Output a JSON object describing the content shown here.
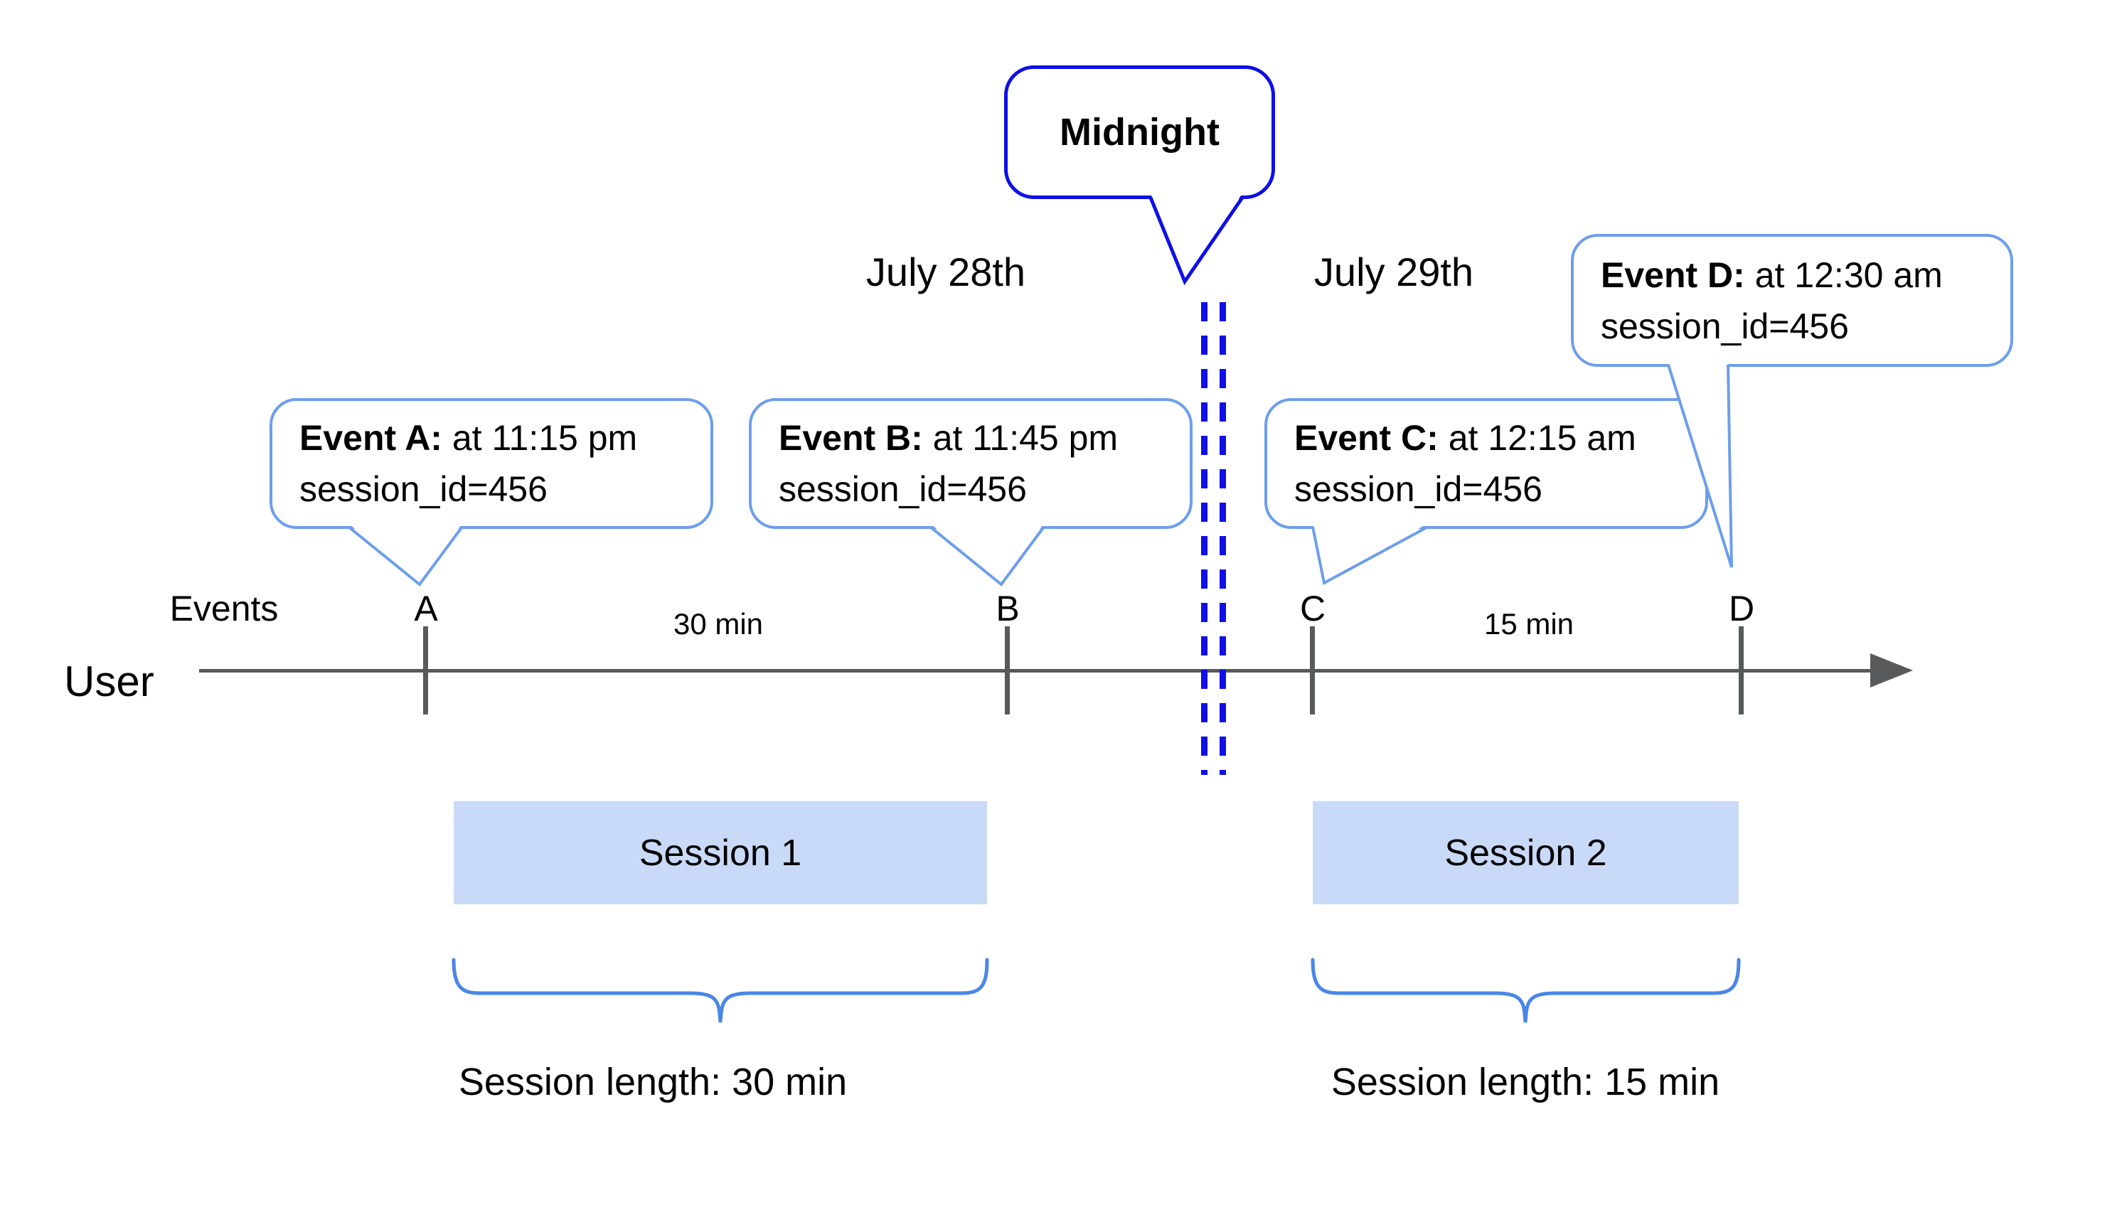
{
  "dates": {
    "left": "July 28th",
    "right": "July 29th"
  },
  "midnight_label": "Midnight",
  "axis": {
    "events_label": "Events",
    "user_label": "User"
  },
  "events": [
    {
      "letter": "A",
      "title": "Event A:",
      "time": "at 11:15 pm",
      "session": "session_id=456"
    },
    {
      "letter": "B",
      "title": "Event B:",
      "time": "at 11:45 pm",
      "session": "session_id=456"
    },
    {
      "letter": "C",
      "title": "Event C:",
      "time": "at 12:15 am",
      "session": "session_id=456"
    },
    {
      "letter": "D",
      "title": "Event D:",
      "time": "at 12:30 am",
      "session": "session_id=456"
    }
  ],
  "gaps": [
    {
      "label": "30 min"
    },
    {
      "label": "15 min"
    }
  ],
  "sessions": [
    {
      "name": "Session 1",
      "length": "Session length: 30 min"
    },
    {
      "name": "Session 2",
      "length": "Session length: 15 min"
    }
  ],
  "colors": {
    "midnight_blue": "#0f0fe6",
    "callout_border": "#6d9eeb",
    "brace_blue": "#4a86e8",
    "session_fill": "#c9daf8",
    "timeline_gray": "#58595b"
  }
}
